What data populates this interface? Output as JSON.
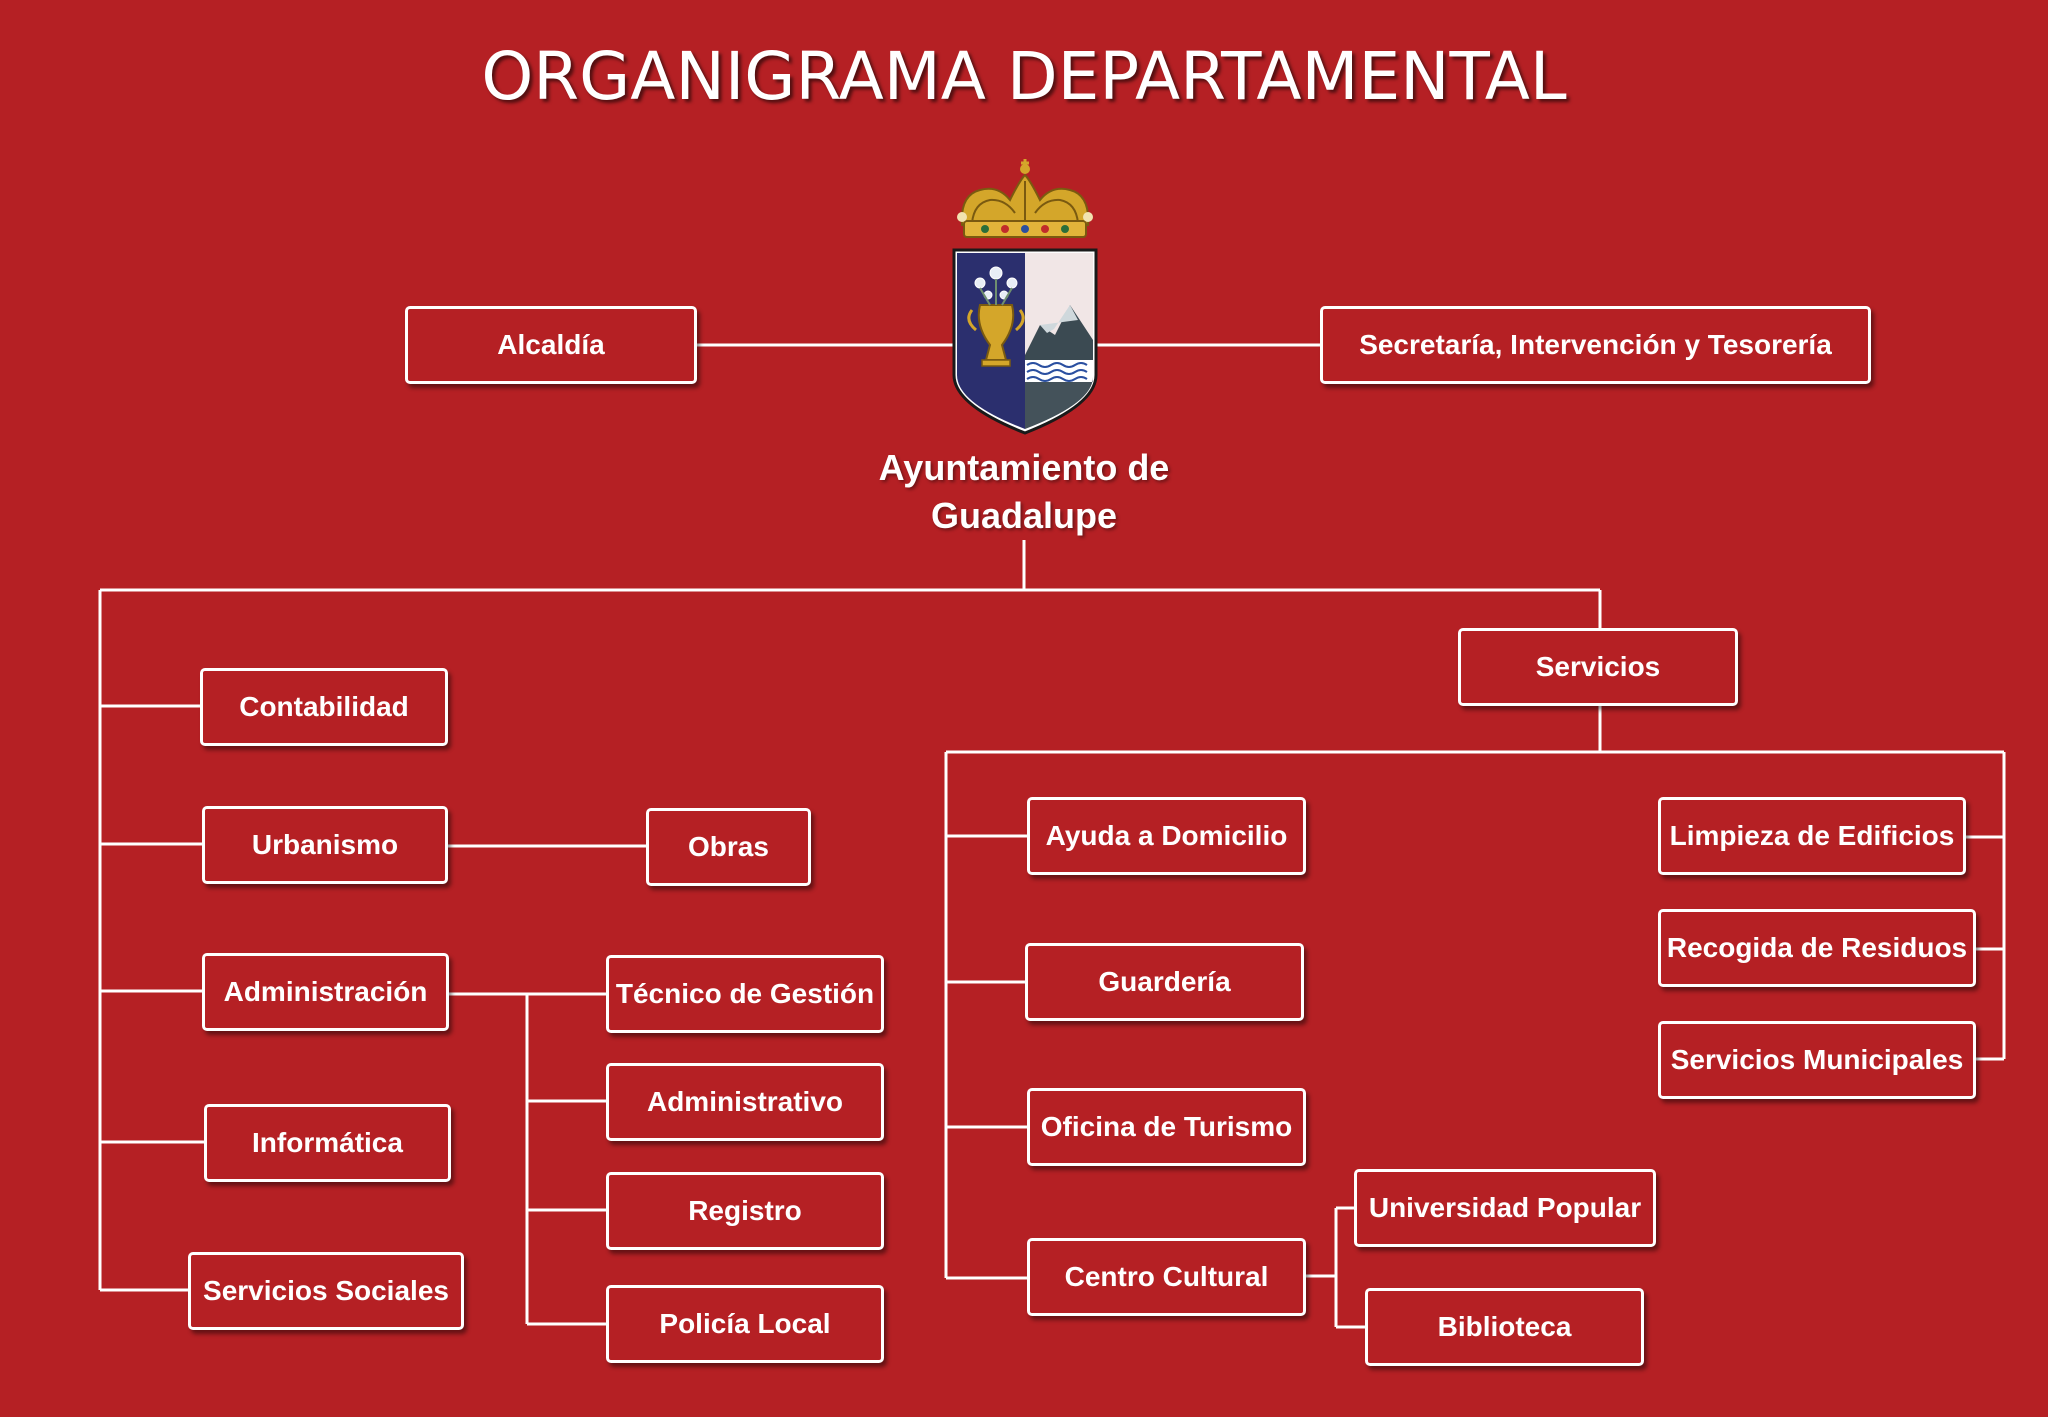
{
  "title": "ORGANIGRAMA DEPARTAMENTAL",
  "root": {
    "line1": "Ayuntamiento de",
    "line2": "Guadalupe"
  },
  "nodes": {
    "alcaldia": "Alcaldía",
    "secretaria": "Secretaría, Intervención y Tesorería",
    "contabilidad": "Contabilidad",
    "urbanismo": "Urbanismo",
    "obras": "Obras",
    "administracion": "Administración",
    "tecnico_gestion": "Técnico de Gestión",
    "administrativo": "Administrativo",
    "registro": "Registro",
    "policia_local": "Policía Local",
    "informatica": "Informática",
    "servicios_sociales": "Servicios Sociales",
    "servicios": "Servicios",
    "ayuda_domicilio": "Ayuda a Domicilio",
    "guarderia": "Guardería",
    "oficina_turismo": "Oficina de Turismo",
    "centro_cultural": "Centro Cultural",
    "universidad_popular": "Universidad Popular",
    "biblioteca": "Biblioteca",
    "limpieza_edificios": "Limpieza de Edificios",
    "recogida_residuos": "Recogida de Residuos",
    "servicios_municipales": "Servicios Municipales"
  },
  "colors": {
    "background": "#b52024",
    "line": "#ffffff",
    "text": "#ffffff"
  },
  "icons": {
    "crest": "coat-of-arms-icon"
  }
}
